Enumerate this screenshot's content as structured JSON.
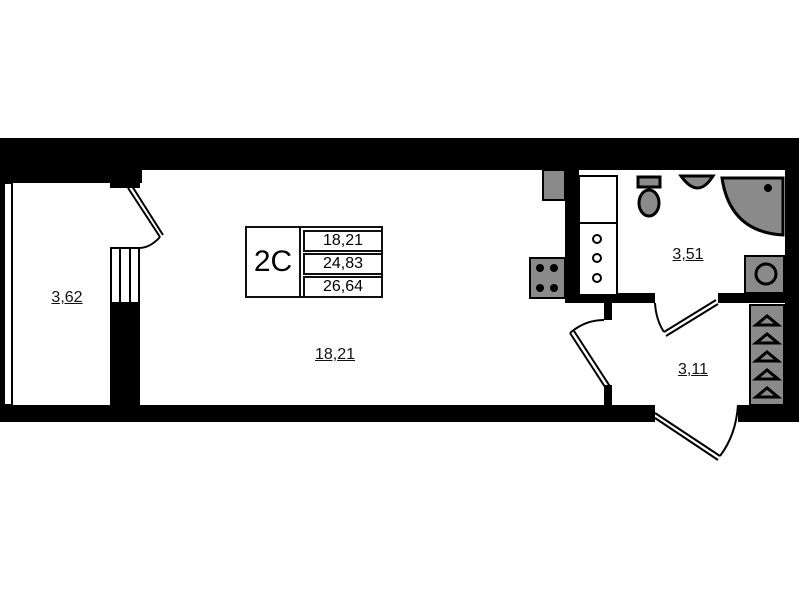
{
  "apartment": {
    "type_code": "2C",
    "areas": [
      "18,21",
      "24,83",
      "26,64"
    ]
  },
  "rooms": [
    {
      "name": "balcony",
      "area": "3,62"
    },
    {
      "name": "living-room",
      "area": "18,21"
    },
    {
      "name": "bathroom",
      "area": "3,51"
    },
    {
      "name": "hallway",
      "area": "3,11"
    }
  ],
  "colors": {
    "wall": "#000000",
    "fixture": "#8a8a8a",
    "floor": "#ffffff"
  }
}
